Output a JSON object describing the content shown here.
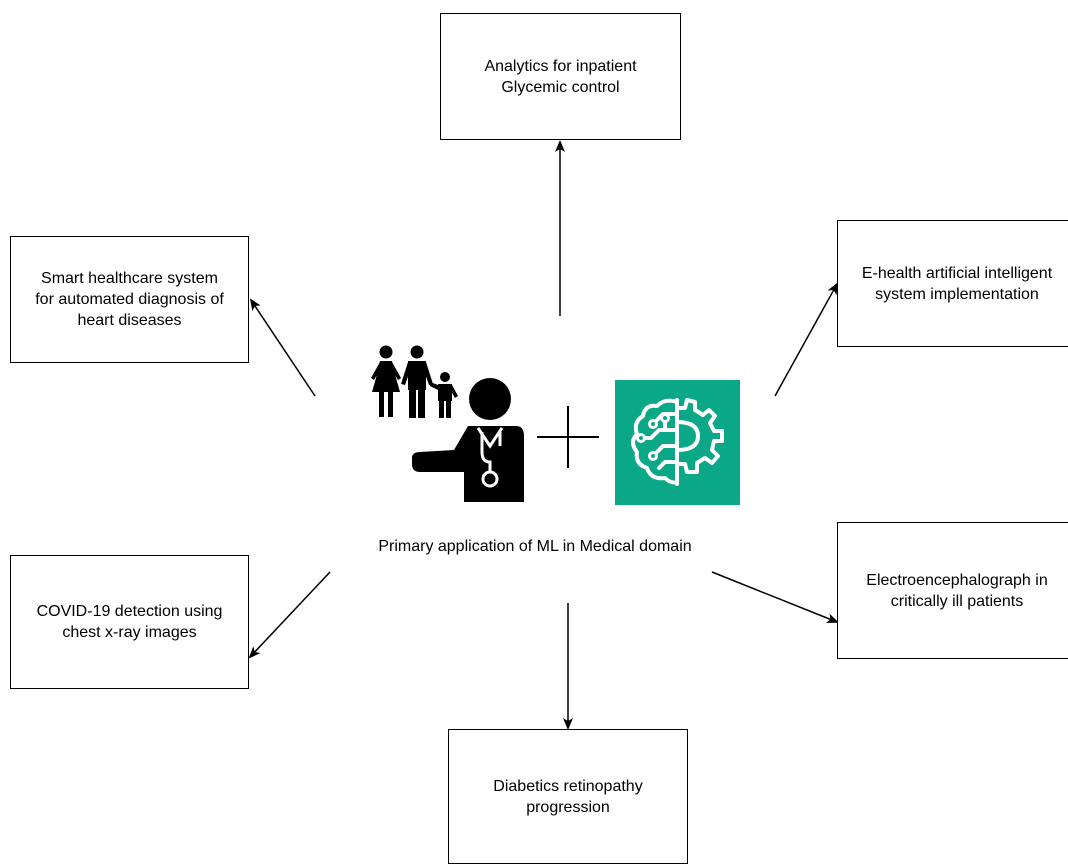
{
  "center": {
    "caption": "Primary application of ML in Medical domain",
    "icons": [
      "family-icon",
      "doctor-icon",
      "plus-icon",
      "ml-brain-gear-icon"
    ]
  },
  "nodes": [
    {
      "id": "glycemic",
      "label": "Analytics for inpatient\nGlycemic control"
    },
    {
      "id": "heart",
      "label": "Smart healthcare system\nfor automated diagnosis of\nheart diseases"
    },
    {
      "id": "ehealth",
      "label": "E-health artificial intelligent\nsystem implementation"
    },
    {
      "id": "covid",
      "label": "COVID-19 detection using\nchest x-ray images"
    },
    {
      "id": "eeg",
      "label": "Electroencephalograph in\ncritically ill patients"
    },
    {
      "id": "retinopathy",
      "label": "Diabetics retinopathy\nprogression"
    }
  ],
  "colors": {
    "ml_icon_bg": "#0aa887",
    "line": "#000000"
  }
}
